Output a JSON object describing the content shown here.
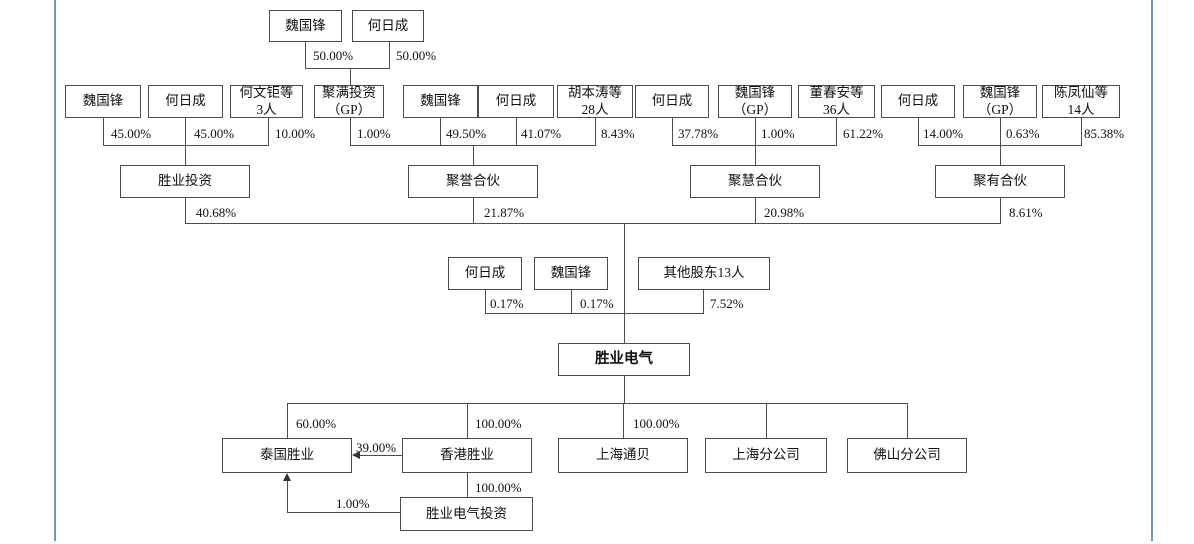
{
  "page": {
    "background": "#ffffff",
    "side_border_color": "#6f94bf",
    "line_color": "#4d4d4d"
  },
  "diagram": {
    "top_owners": [
      {
        "name": "魏国锋",
        "pct": "50.00%"
      },
      {
        "name": "何日成",
        "pct": "50.00%"
      }
    ],
    "level2": [
      {
        "name": "魏国锋",
        "pct": "45.00%"
      },
      {
        "name": "何日成",
        "pct": "45.00%"
      },
      {
        "name": "何文钜等\n3人",
        "pct": "10.00%"
      },
      {
        "name": "聚满投资\n（GP）",
        "pct": "1.00%"
      },
      {
        "name": "魏国锋",
        "pct": "49.50%"
      },
      {
        "name": "何日成",
        "pct": "41.07%"
      },
      {
        "name": "胡本涛等\n28人",
        "pct": "8.43%"
      },
      {
        "name": "何日成",
        "pct": "37.78%"
      },
      {
        "name": "魏国锋\n（GP）",
        "pct": "1.00%"
      },
      {
        "name": "董春安等\n36人",
        "pct": "61.22%"
      },
      {
        "name": "何日成",
        "pct": "14.00%"
      },
      {
        "name": "魏国锋\n（GP）",
        "pct": "0.63%"
      },
      {
        "name": "陈凤仙等\n14人",
        "pct": "85.38%"
      }
    ],
    "partnerships": [
      {
        "name": "胜业投资",
        "pct": "40.68%"
      },
      {
        "name": "聚誉合伙",
        "pct": "21.87%"
      },
      {
        "name": "聚慧合伙",
        "pct": "20.98%"
      },
      {
        "name": "聚有合伙",
        "pct": "8.61%"
      }
    ],
    "direct_holders": [
      {
        "name": "何日成",
        "pct": "0.17%"
      },
      {
        "name": "魏国锋",
        "pct": "0.17%"
      },
      {
        "name": "其他股东13人",
        "pct": "7.52%"
      }
    ],
    "core": {
      "name": "胜业电气"
    },
    "subsidiaries": [
      {
        "name": "泰国胜业",
        "pct": "60.00%"
      },
      {
        "name": "香港胜业",
        "pct": "100.00%"
      },
      {
        "name": "上海通贝",
        "pct": "100.00%"
      },
      {
        "name": "上海分公司",
        "pct": ""
      },
      {
        "name": "佛山分公司",
        "pct": ""
      }
    ],
    "investco": {
      "name": "胜业电气投资"
    },
    "links": [
      {
        "from": "香港胜业",
        "to": "泰国胜业",
        "pct": "39.00%"
      },
      {
        "from": "香港胜业",
        "to": "胜业电气投资",
        "pct": "100.00%"
      },
      {
        "from": "胜业电气投资",
        "to": "泰国胜业",
        "pct": "1.00%"
      }
    ]
  }
}
